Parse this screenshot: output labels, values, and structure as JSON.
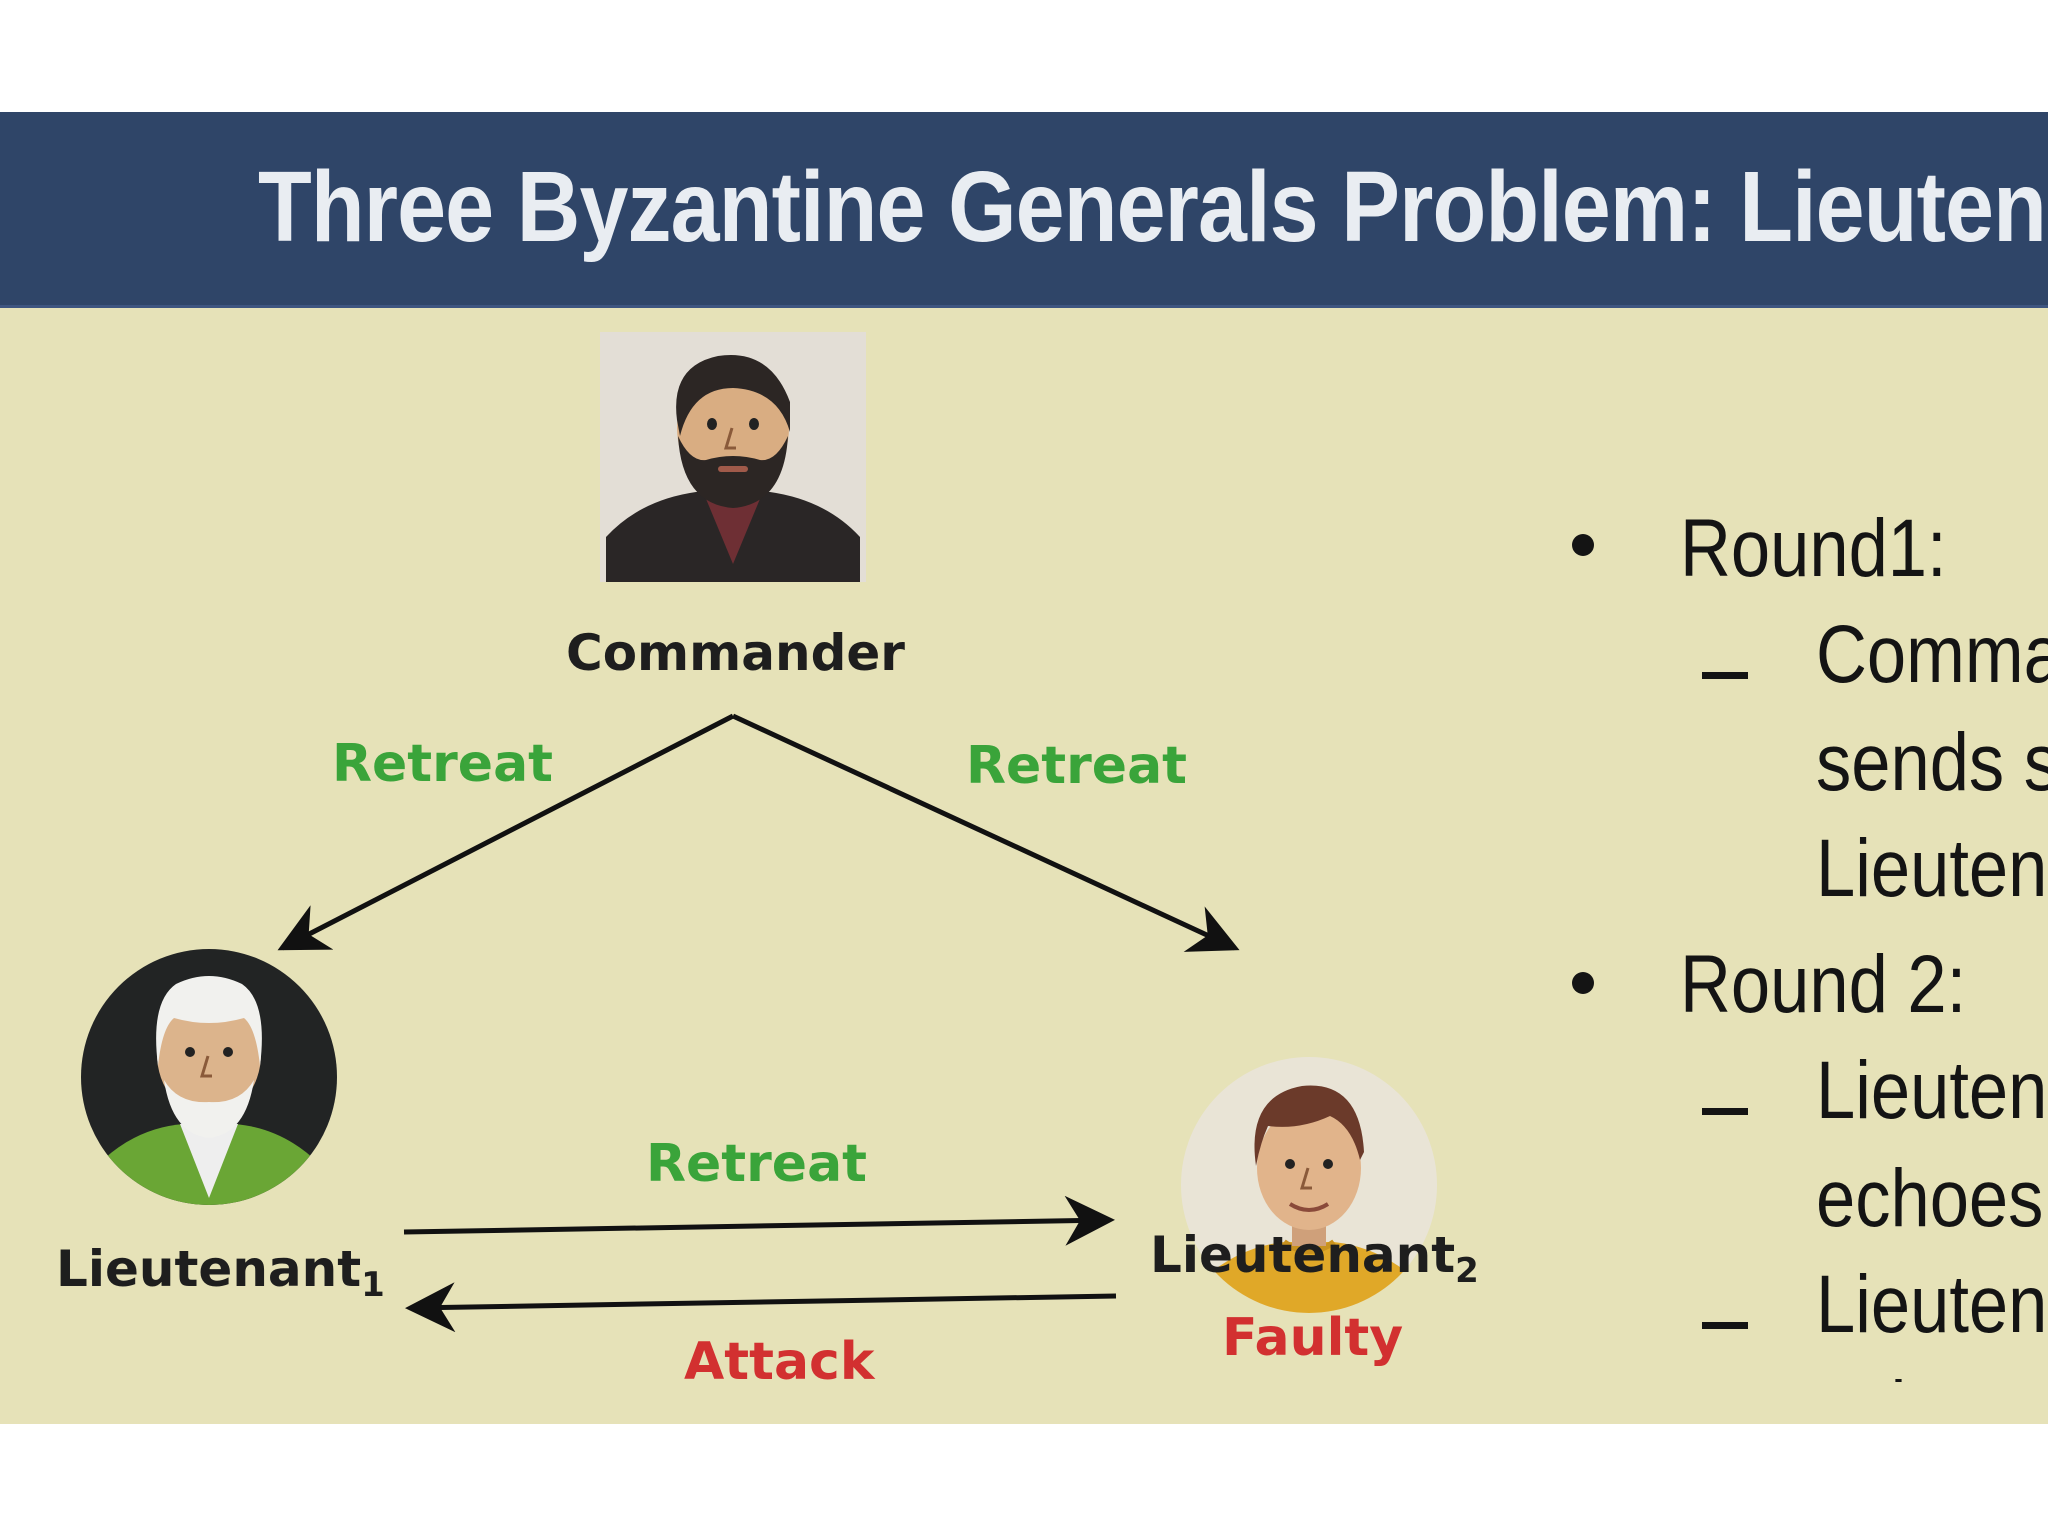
{
  "title": "Three Byzantine Generals Problem: Lieuten",
  "nodes": {
    "commander": {
      "label": "Commander"
    },
    "lieutenant1": {
      "label": "Lieutenant",
      "subscript": "1"
    },
    "lieutenant2": {
      "label": "Lieutenant",
      "subscript": "2",
      "status": "Faulty"
    }
  },
  "messages": {
    "commander_to_l1": "Retreat",
    "commander_to_l2": "Retreat",
    "l1_to_l2": "Retreat",
    "l2_to_l1": "Attack"
  },
  "bullets": {
    "round1": "Round1:",
    "round1_line1": "Comma",
    "round1_line2": "sends s",
    "round1_line3": "Lieuten",
    "round2": "Round 2:",
    "round2_a_line1": "Lieuten",
    "round2_a_line2": "echoes",
    "round2_b_line1": "Lieuten",
    "round2_b_line2": "echoes"
  },
  "colors": {
    "title_bar": "#2f4568",
    "slide_bg": "#e6e2b8",
    "loyal_message": "#3aa43a",
    "faulty_message": "#d23030"
  },
  "icons": [
    "commander-avatar-icon",
    "lieutenant1-avatar-icon",
    "lieutenant2-avatar-icon"
  ]
}
